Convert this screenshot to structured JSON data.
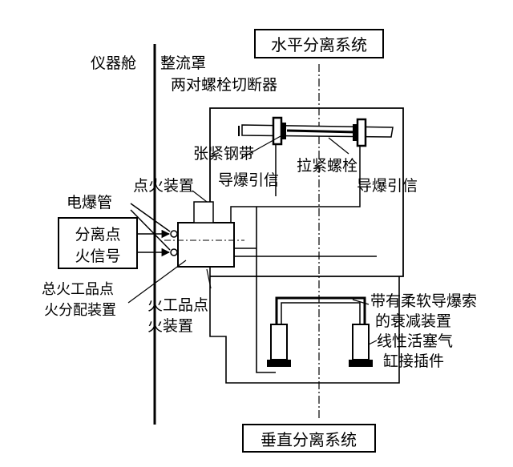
{
  "labels": {
    "horizontal_system": "水平分离系统",
    "vertical_system": "垂直分离系统",
    "instrument_cabin": "仪器舱",
    "fairing": "整流罩",
    "bolt_cutters": "两对螺栓切断器",
    "tension_band": "张紧钢带",
    "tension_bolt": "拉紧螺栓",
    "ignition_device": "点火装置",
    "det_cord_left": "导爆引信",
    "det_cord_right": "导爆引信",
    "squib": "电爆管",
    "sep_signal_l1": "分离点",
    "sep_signal_l2": "火信号",
    "master_l1": "总火工品点",
    "master_l2": "火分配装置",
    "pyro_l1": "火工品点",
    "pyro_l2": "火装置",
    "attenuator_l1": "带有柔软导爆索",
    "attenuator_l2": "的衰减装置",
    "piston_l1": "线性活塞气",
    "piston_l2": "缸接插件"
  }
}
